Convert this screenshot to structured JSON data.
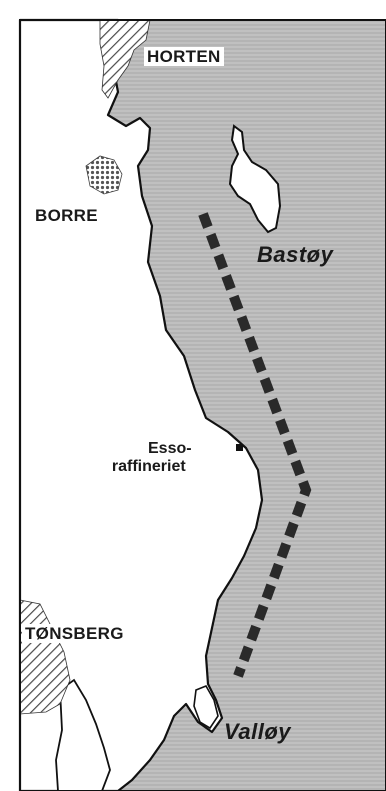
{
  "labels": {
    "horten": "HORTEN",
    "borre": "BORRE",
    "bastoy": "Bastøy",
    "esso_line1": "Esso-",
    "esso_line2": "raffineriet",
    "tonsberg": "TØNSBERG",
    "valloy": "Valløy"
  },
  "colors": {
    "sea": "#b9b9b9",
    "land": "#ffffff",
    "border": "#111111",
    "route": "#2a2a2a",
    "hatch": "#555555"
  },
  "icons": {
    "refinery_marker": "square-marker-icon",
    "route_line": "dashed-route-icon"
  }
}
